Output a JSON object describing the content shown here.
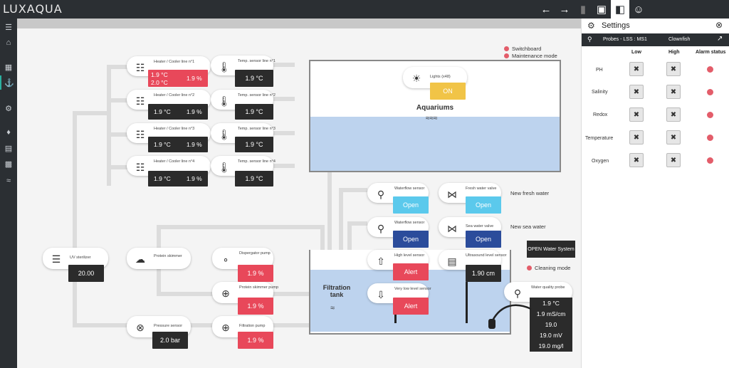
{
  "app": {
    "title": "LUXAQUA"
  },
  "topbar": {
    "icons": [
      "back-arrow-icon",
      "forward-arrow-icon",
      "panel-icon",
      "monitor-icon",
      "sidebar-toggle-icon",
      "user-icon"
    ]
  },
  "legend": {
    "switchboard": "Switchboard",
    "maintenance": "Maintenance mode"
  },
  "heaters": [
    {
      "label": "Heater / Cooler line n°1",
      "temp": "1.9 °C",
      "temp2": "2.0 °C",
      "pct": "1.9 %",
      "state": "alert"
    },
    {
      "label": "Heater / Cooler line n°2",
      "temp": "1.9 °C",
      "pct": "1.9 %",
      "state": "normal"
    },
    {
      "label": "Heater / Cooler line n°3",
      "temp": "1.9 °C",
      "pct": "1.9 %",
      "state": "normal"
    },
    {
      "label": "Heater / Cooler line n°4",
      "temp": "1.9 °C",
      "pct": "1.9 %",
      "state": "normal"
    }
  ],
  "tempsensors": [
    {
      "label": "Temp. sensor line n°1",
      "value": "1.9 °C"
    },
    {
      "label": "Temp. sensor line n°2",
      "value": "1.9 °C"
    },
    {
      "label": "Temp. sensor line n°3",
      "value": "1.9 °C"
    },
    {
      "label": "Temp. sensor line n°4",
      "value": "1.9 °C"
    }
  ],
  "aquarium": {
    "title": "Aquariums",
    "lights_label": "Lights (x48)",
    "lights_value": "ON"
  },
  "waterflow1": {
    "label": "Waterflow sensor",
    "value": "Open"
  },
  "waterflow2": {
    "label": "Waterflow sensor",
    "value": "Open"
  },
  "freshvalve": {
    "label": "Fresh water valve",
    "value": "Open"
  },
  "seavalve": {
    "label": "Sea water valve",
    "value": "Open"
  },
  "newfresh": "New fresh water",
  "newsea": "New sea water",
  "highlevel": {
    "label": "High level sensor",
    "value": "Alert"
  },
  "verylow": {
    "label": "Very low level sensor",
    "value": "Alert"
  },
  "ultrasound": {
    "label": "Ultrasound level sensor",
    "value": "1.90 cm"
  },
  "openwater": "OPEN Water System",
  "cleaning": "Cleaning mode",
  "filtration": {
    "title": "Filtration tank"
  },
  "quality": {
    "label": "Water quality probe",
    "values": [
      "1.9 °C",
      "1.9 mS/cm",
      "19.0",
      "19.0 mV",
      "19.0 mg/l"
    ]
  },
  "uv": {
    "label": "UV sterilizer",
    "value": "20.00"
  },
  "skimmer": {
    "label": "Protein skimmer"
  },
  "dispergator": {
    "label": "Dispergator pump",
    "value": "1.9 %"
  },
  "skimmerpump": {
    "label": "Protein skimmer pump",
    "value": "1.9 %"
  },
  "pressure": {
    "label": "Pressure sensor",
    "value": "2.0 bar"
  },
  "filtrationpump": {
    "label": "Filtration pump",
    "value": "1.9 %"
  },
  "settings": {
    "title": "Settings",
    "probes_label": "Probes - LSS : MS1",
    "species": "Clownfish",
    "col_low": "Low",
    "col_high": "High",
    "col_alarm": "Alarm status",
    "rows": [
      "PH",
      "Salinity",
      "Redox",
      "Temperature",
      "Oxygen"
    ]
  },
  "colors": {
    "alert": "#e8485a",
    "open": "#5bc9ec",
    "navy": "#2b4c9b",
    "on": "#f1c447",
    "dark": "#2b2b2b"
  }
}
